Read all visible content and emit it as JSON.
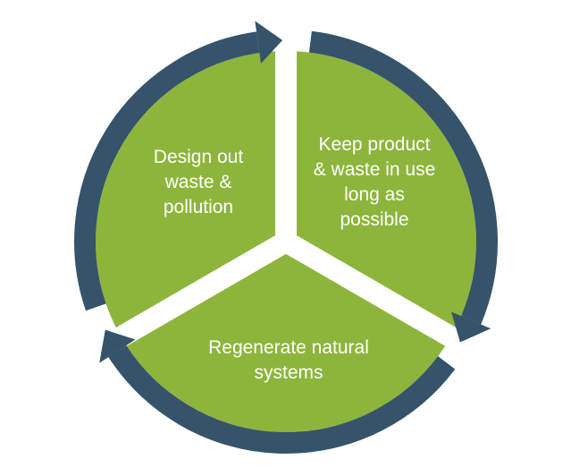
{
  "diagram": {
    "type": "cycle",
    "colors": {
      "segment_fill": "#8db53c",
      "arrow": "#35536b",
      "separator": "#ffffff",
      "label_text": "#ffffff"
    },
    "segments": [
      {
        "id": "design-out",
        "lines": [
          "Design out",
          "waste &",
          "pollution"
        ]
      },
      {
        "id": "keep-in-use",
        "lines": [
          "Keep product",
          "& waste in use",
          "long as",
          "possible"
        ]
      },
      {
        "id": "regenerate",
        "lines": [
          "Regenerate natural",
          "systems"
        ]
      }
    ]
  }
}
